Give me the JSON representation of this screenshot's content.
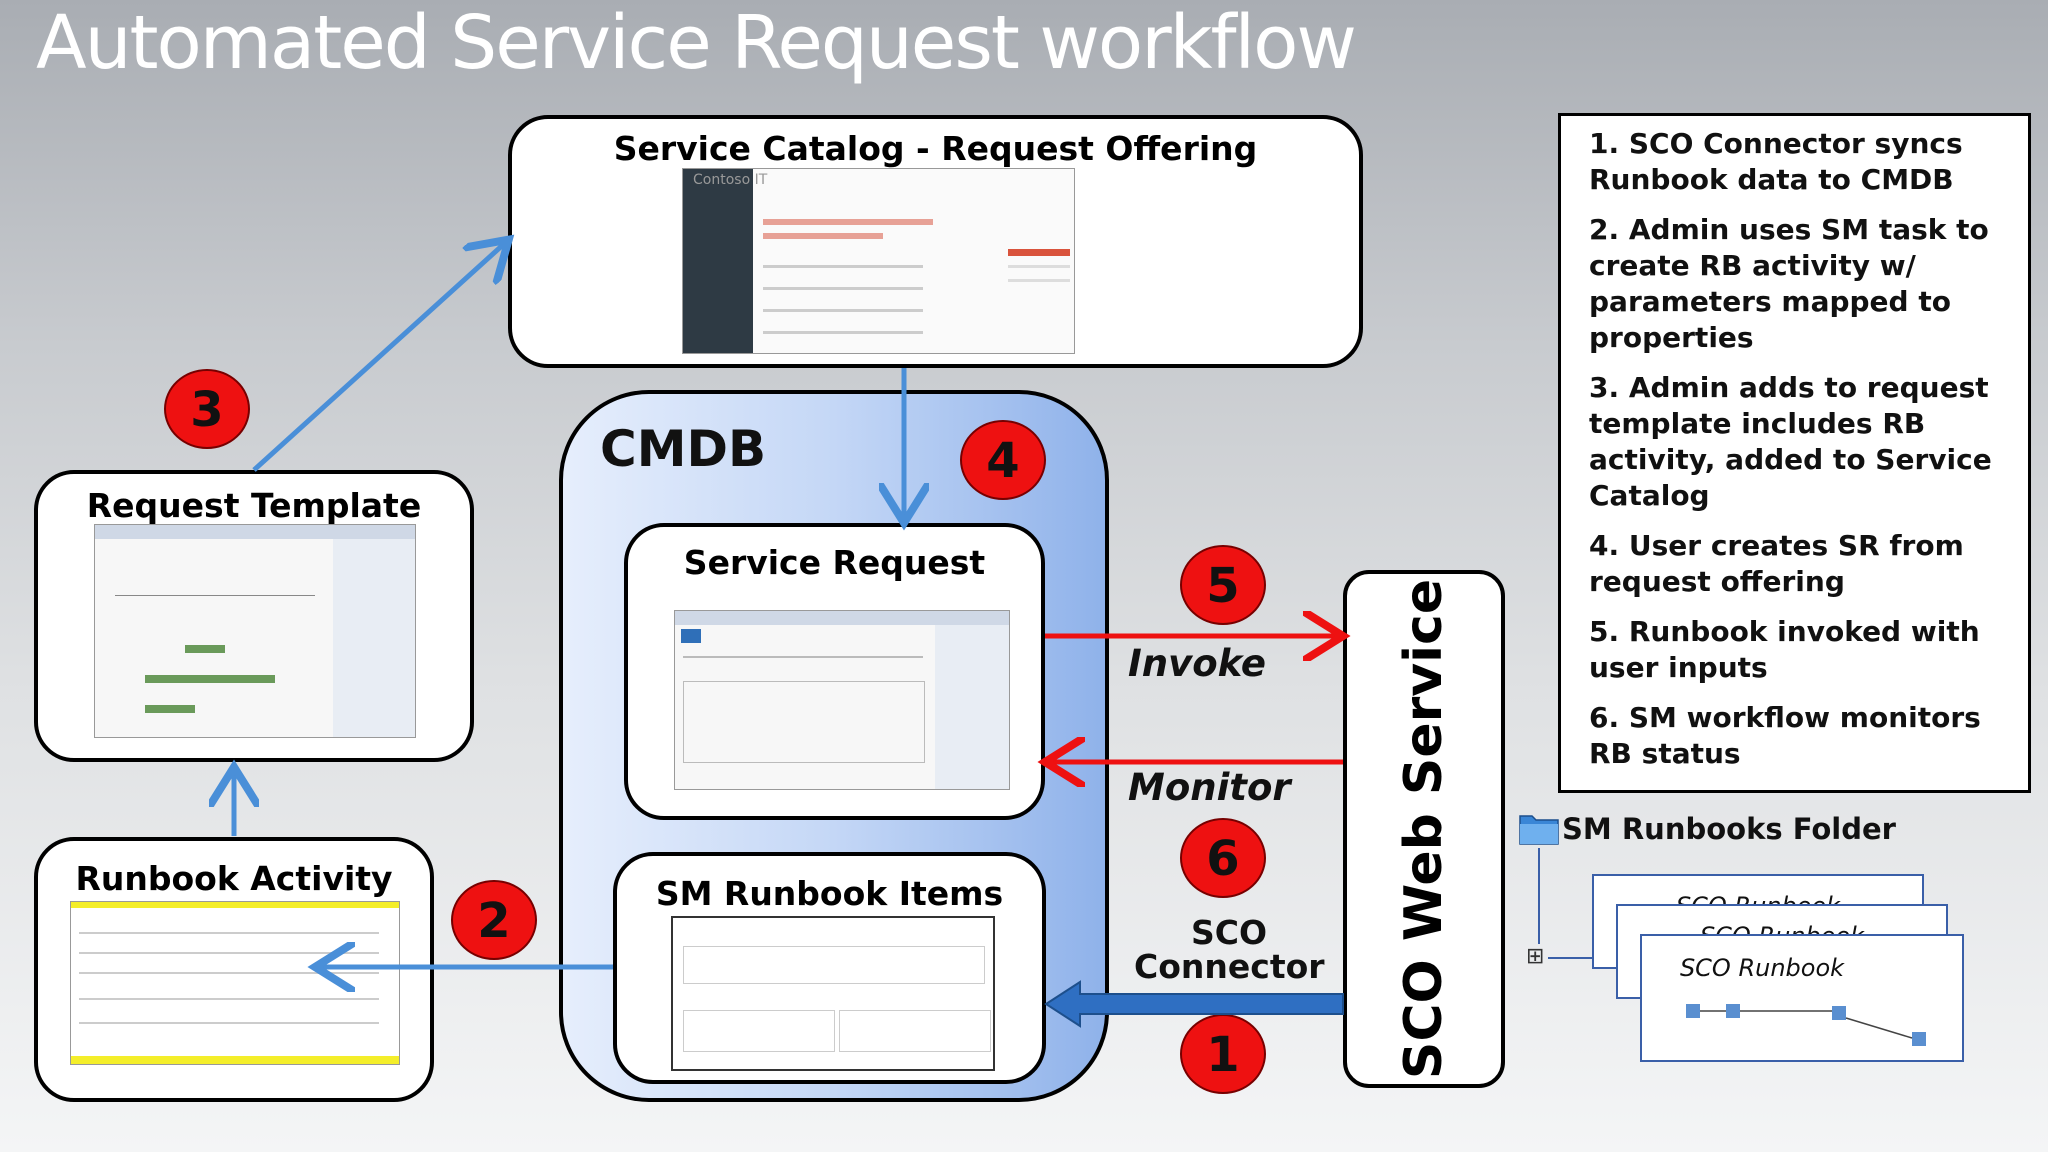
{
  "title": "Automated Service Request workflow",
  "boxes": {
    "service_catalog": "Service Catalog - Request Offering",
    "request_template": "Request Template",
    "runbook_activity": "Runbook Activity",
    "service_request": "Service Request",
    "sm_runbook_items": "SM Runbook Items"
  },
  "cmdb_label": "CMDB",
  "sco_web_service": "SCO Web Service",
  "flow_labels": {
    "invoke": "Invoke",
    "monitor": "Monitor",
    "sco_connector": "SCO\nConnector"
  },
  "badges": [
    "1",
    "2",
    "3",
    "4",
    "5",
    "6"
  ],
  "steps": [
    "1. SCO Connector syncs Runbook data to CMDB",
    "2. Admin uses SM task to create RB activity w/ parameters mapped to properties",
    "3. Admin adds to request template includes RB activity, added to Service Catalog",
    "4. User creates SR from request offering",
    "5. Runbook invoked with user inputs",
    "6. SM workflow monitors RB status"
  ],
  "folder": {
    "label": "SM Runbooks Folder",
    "card_labels": [
      "SCO Runbook",
      "SCO Runbook",
      "SCO Runbook"
    ],
    "expand_glyph": "⊞"
  },
  "screenshots": {
    "catalog_header": "Contoso IT"
  },
  "colors": {
    "arrow_blue": "#4a8fd8",
    "arrow_red": "#ee1111",
    "badge_red": "#ee1111",
    "cmdb_blue": "#8fb2ea"
  }
}
